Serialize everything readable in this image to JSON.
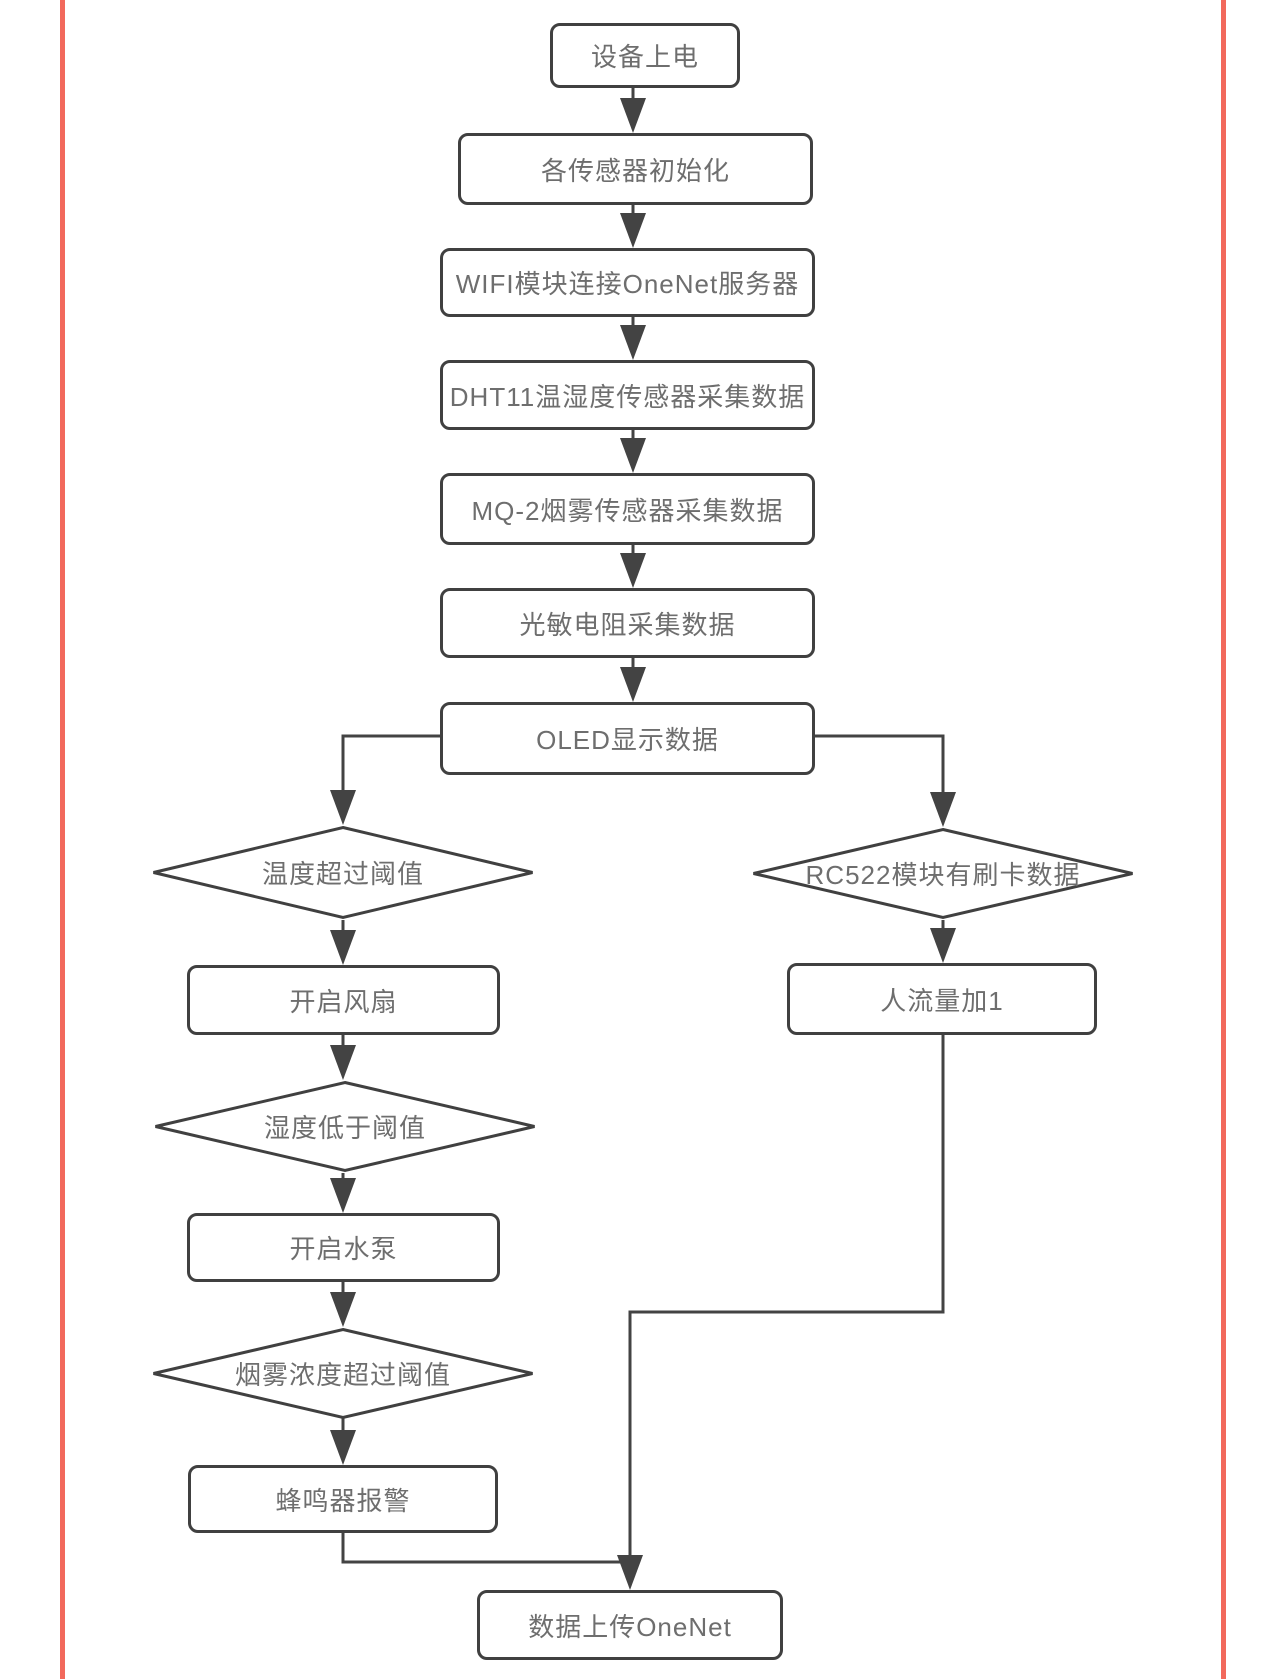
{
  "page": {
    "background": "#ffffff",
    "accent_line_color": "#f2695c",
    "shape_border_color": "#404040",
    "connector_color": "#434343",
    "text_color": "#6e6e6e"
  },
  "flowchart": {
    "nodes": {
      "power_on": {
        "label": "设备上电",
        "type": "process"
      },
      "sensors_init": {
        "label": "各传感器初始化",
        "type": "process"
      },
      "wifi_connect": {
        "label": "WIFI模块连接OneNet服务器",
        "type": "process"
      },
      "dht11_collect": {
        "label": "DHT11温湿度传感器采集数据",
        "type": "process"
      },
      "mq2_collect": {
        "label": "MQ-2烟雾传感器采集数据",
        "type": "process"
      },
      "ldr_collect": {
        "label": "光敏电阻采集数据",
        "type": "process"
      },
      "oled_display": {
        "label": "OLED显示数据",
        "type": "process"
      },
      "temp_check": {
        "label": "温度超过阈值",
        "type": "decision"
      },
      "fan_on": {
        "label": "开启风扇",
        "type": "process"
      },
      "humidity_check": {
        "label": "湿度低于阈值",
        "type": "decision"
      },
      "pump_on": {
        "label": "开启水泵",
        "type": "process"
      },
      "smoke_check": {
        "label": "烟雾浓度超过阈值",
        "type": "decision"
      },
      "buzzer_alarm": {
        "label": "蜂鸣器报警",
        "type": "process"
      },
      "rc522_check": {
        "label": "RC522模块有刷卡数据",
        "type": "decision"
      },
      "people_count": {
        "label": "人流量加1",
        "type": "process"
      },
      "upload_onenet": {
        "label": "数据上传OneNet",
        "type": "process"
      }
    },
    "edges": [
      {
        "from": "power_on",
        "to": "sensors_init"
      },
      {
        "from": "sensors_init",
        "to": "wifi_connect"
      },
      {
        "from": "wifi_connect",
        "to": "dht11_collect"
      },
      {
        "from": "dht11_collect",
        "to": "mq2_collect"
      },
      {
        "from": "mq2_collect",
        "to": "ldr_collect"
      },
      {
        "from": "ldr_collect",
        "to": "oled_display"
      },
      {
        "from": "oled_display",
        "to": "temp_check"
      },
      {
        "from": "temp_check",
        "to": "fan_on"
      },
      {
        "from": "fan_on",
        "to": "humidity_check"
      },
      {
        "from": "humidity_check",
        "to": "pump_on"
      },
      {
        "from": "pump_on",
        "to": "smoke_check"
      },
      {
        "from": "smoke_check",
        "to": "buzzer_alarm"
      },
      {
        "from": "buzzer_alarm",
        "to": "upload_onenet"
      },
      {
        "from": "oled_display",
        "to": "rc522_check"
      },
      {
        "from": "rc522_check",
        "to": "people_count"
      },
      {
        "from": "people_count",
        "to": "upload_onenet"
      }
    ]
  }
}
